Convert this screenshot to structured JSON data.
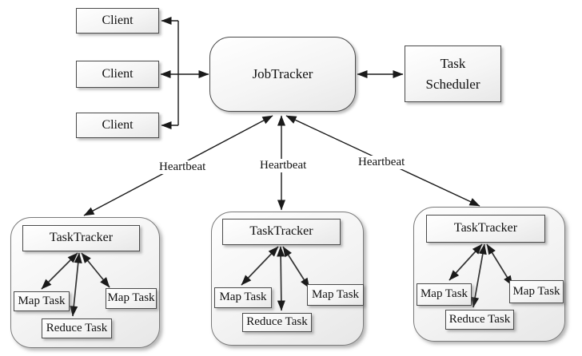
{
  "clients": [
    "Client",
    "Client",
    "Client"
  ],
  "job_tracker": "JobTracker",
  "task_scheduler": "Task Scheduler",
  "heartbeats": [
    "Heartbeat",
    "Heartbeat",
    "Heartbeat"
  ],
  "groups": [
    {
      "tracker": "TaskTracker",
      "map_task_left": "Map Task",
      "map_task_right": "Map Task",
      "reduce_task": "Reduce Task"
    },
    {
      "tracker": "TaskTracker",
      "map_task_left": "Map Task",
      "map_task_right": "Map Task",
      "reduce_task": "Reduce Task"
    },
    {
      "tracker": "TaskTracker",
      "map_task_left": "Map Task",
      "map_task_right": "Map Task",
      "reduce_task": "Reduce Task"
    }
  ],
  "colors": {
    "line": "#1a1a1a",
    "group_line": "#333333",
    "box_border": "#4b4b4b",
    "container_border": "#7a7a7a",
    "box_fill": "#eeeeee",
    "background": "#ffffff"
  }
}
